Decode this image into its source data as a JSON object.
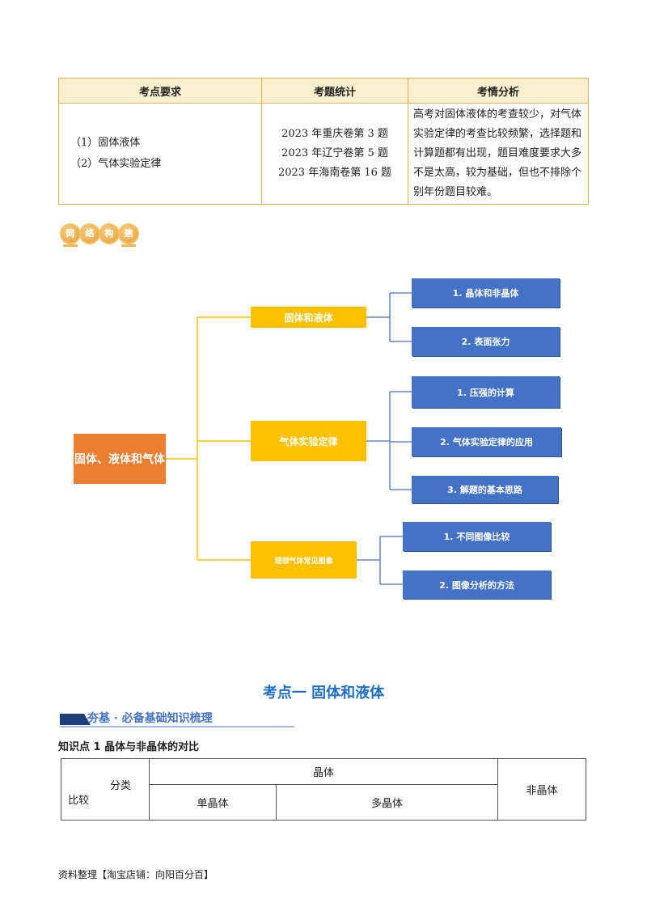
{
  "requirements_table": {
    "headers": [
      "考点要求",
      "考题统计",
      "考情分析"
    ],
    "points": [
      "（1）固体液体",
      "（2）气体实验定律"
    ],
    "stats": [
      "2023 年重庆卷第 3 题",
      "2023 年辽宁卷第 5 题",
      "2023 年海南卷第 16 题"
    ],
    "analysis": "高考对固体液体的考查较少，对气体实验定律的考查比较频繁，选择题和计算题都有出现，题目难度要求大多不是太高，较为基础，但也不排除个别年份题目较难。"
  },
  "badge": {
    "chars": [
      "网",
      "络",
      "构",
      "建"
    ],
    "color": "#e49a2a"
  },
  "mind_map": {
    "root": "固体、液体和气体",
    "branches": [
      {
        "label": "固体和液体",
        "children": [
          "1. 晶体和非晶体",
          "2. 表面张力"
        ]
      },
      {
        "label": "气体实验定律",
        "children": [
          "1. 压强的计算",
          "2. 气体实验定律的应用",
          "3. 解题的基本思路"
        ]
      },
      {
        "label": "理想气体常见图像",
        "children": [
          "1. 不同图像比较",
          "2. 图像分析的方法"
        ]
      }
    ],
    "colors": {
      "root": "#ed7d31",
      "branch": "#ffc000",
      "leaf": "#4472c4"
    }
  },
  "section": {
    "title": "考点一  固体和液体",
    "banner": "夯基 · 必备基础知识梳理",
    "knowledge_point": "知识点 1  晶体与非晶体的对比"
  },
  "compare_table": {
    "corner_top": "分类",
    "corner_bottom": "比较",
    "crystal": "晶体",
    "single": "单晶体",
    "poly": "多晶体",
    "amorphous": "非晶体"
  },
  "footer": "资料整理【淘宝店铺：向阳百分百】"
}
